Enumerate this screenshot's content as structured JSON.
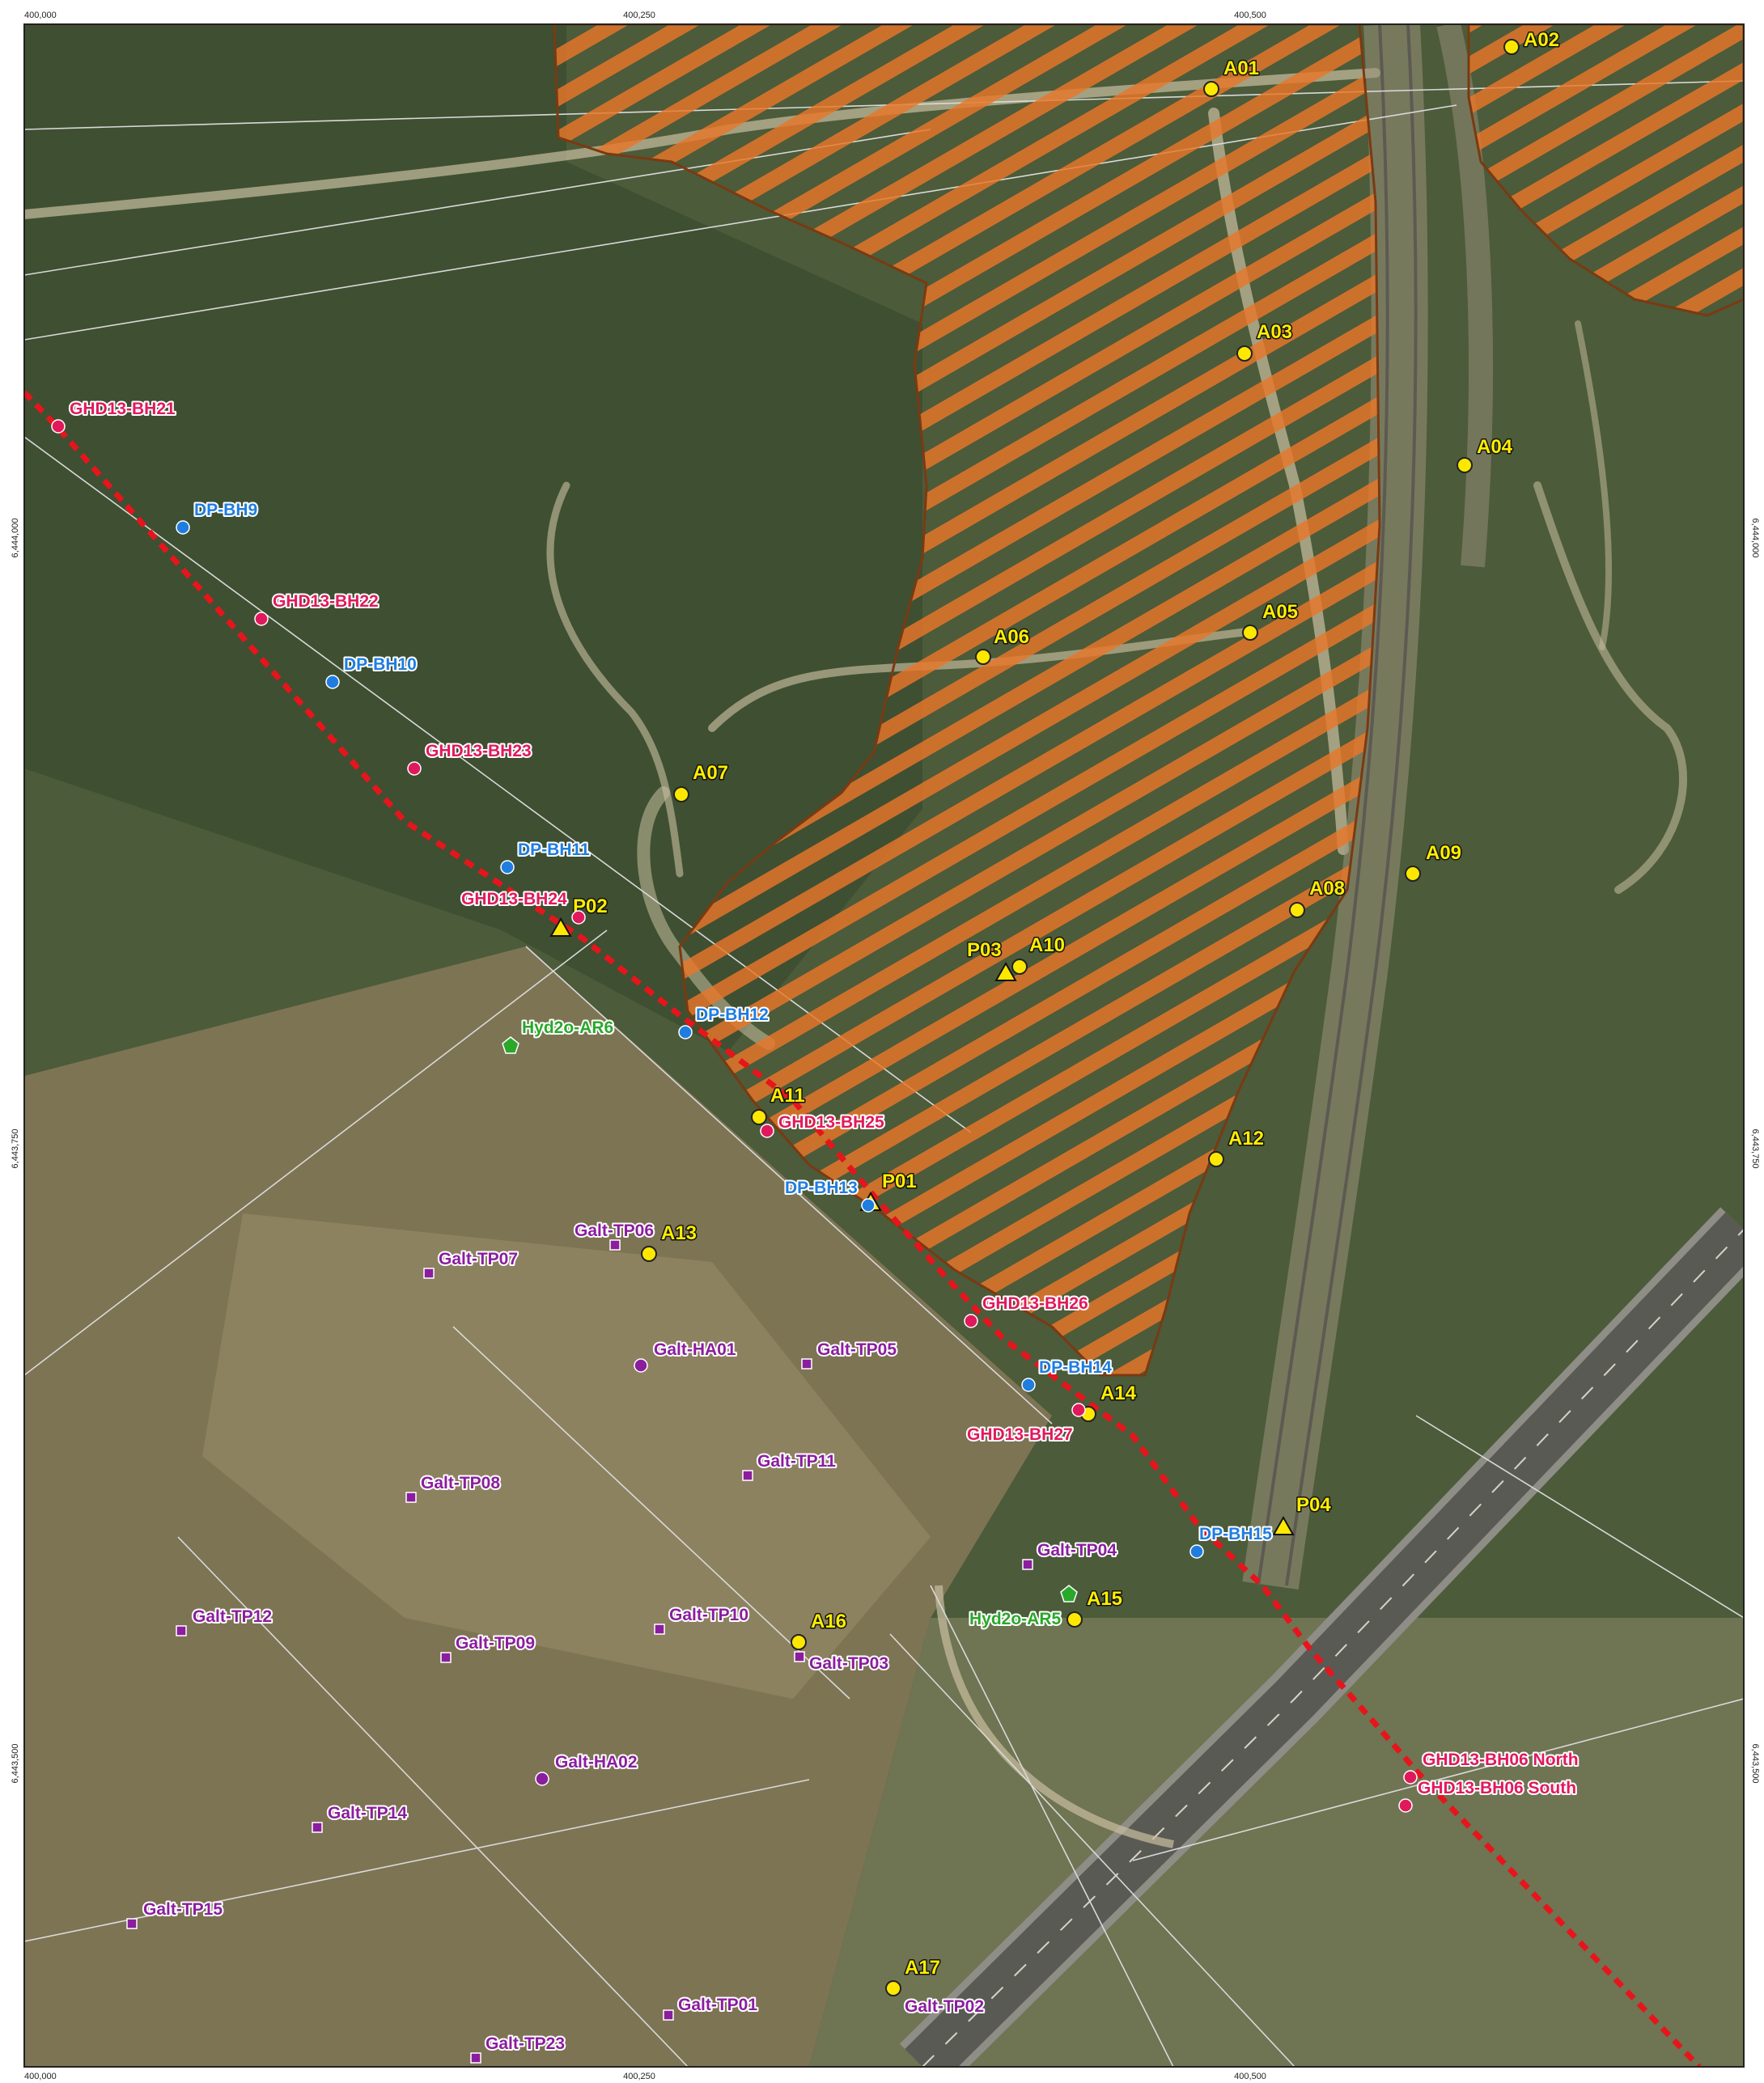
{
  "colors": {
    "alignment": "#e8141c",
    "ghd": "#e0195d",
    "dp": "#1f7de0",
    "galt": "#8a1e9e",
    "hyd2o": "#2aa82a",
    "sample": "#ffe800",
    "hatch": "#e8762a"
  },
  "coords": {
    "top_left": "400,000",
    "top_mid": "400,250",
    "top_right": "400,500",
    "bottom_left": "400,000",
    "bottom_mid": "400,250",
    "bottom_right": "400,500",
    "left_1": "6,444,000",
    "left_2": "6,443,750",
    "left_3": "6,443,500",
    "right_1": "6,444,000",
    "right_2": "6,443,750",
    "right_3": "6,443,500"
  },
  "points": {
    "A01": "A01",
    "A02": "A02",
    "A03": "A03",
    "A04": "A04",
    "A05": "A05",
    "A06": "A06",
    "A07": "A07",
    "A08": "A08",
    "A09": "A09",
    "A10": "A10",
    "A11": "A11",
    "A12": "A12",
    "A13": "A13",
    "A14": "A14",
    "A15": "A15",
    "A16": "A16",
    "A17": "A17",
    "P01": "P01",
    "P02": "P02",
    "P03": "P03",
    "P04": "P04",
    "GHD13_BH21": "GHD13-BH21",
    "GHD13_BH22": "GHD13-BH22",
    "GHD13_BH23": "GHD13-BH23",
    "GHD13_BH24": "GHD13-BH24",
    "GHD13_BH25": "GHD13-BH25",
    "GHD13_BH26": "GHD13-BH26",
    "GHD13_BH27": "GHD13-BH27",
    "GHD13_BH06_North": "GHD13-BH06 North",
    "GHD13_BH06_South": "GHD13-BH06 South",
    "DP_BH9": "DP-BH9",
    "DP_BH10": "DP-BH10",
    "DP_BH11": "DP-BH11",
    "DP_BH12": "DP-BH12",
    "DP_BH13": "DP-BH13",
    "DP_BH14": "DP-BH14",
    "DP_BH15": "DP-BH15",
    "Hyd2o_AR5": "Hyd2o-AR5",
    "Hyd2o_AR6": "Hyd2o-AR6",
    "Galt_TP01": "Galt-TP01",
    "Galt_TP02": "Galt-TP02",
    "Galt_TP03": "Galt-TP03",
    "Galt_TP04": "Galt-TP04",
    "Galt_TP05": "Galt-TP05",
    "Galt_TP06": "Galt-TP06",
    "Galt_TP07": "Galt-TP07",
    "Galt_TP08": "Galt-TP08",
    "Galt_TP09": "Galt-TP09",
    "Galt_TP10": "Galt-TP10",
    "Galt_TP11": "Galt-TP11",
    "Galt_TP12": "Galt-TP12",
    "Galt_TP14": "Galt-TP14",
    "Galt_TP15": "Galt-TP15",
    "Galt_TP23": "Galt-TP23",
    "Galt_HA01": "Galt-HA01",
    "Galt_HA02": "Galt-HA02"
  }
}
